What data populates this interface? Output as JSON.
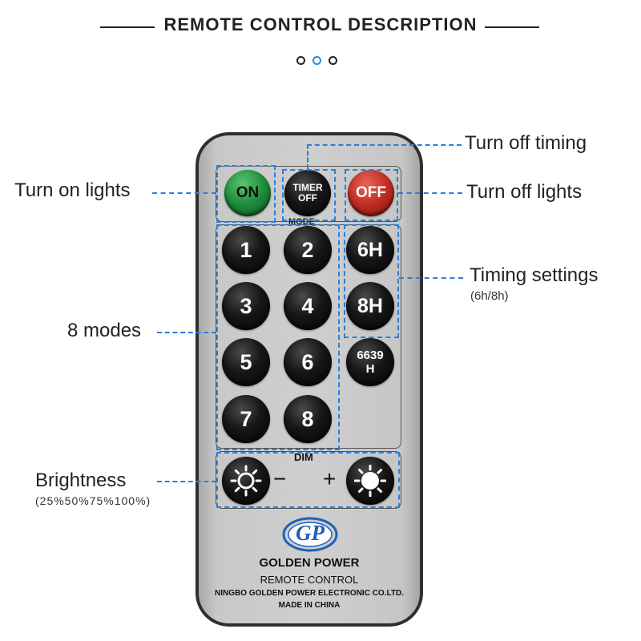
{
  "header": {
    "title": "REMOTE CONTROL DESCRIPTION",
    "pager_active_index": 1
  },
  "remote": {
    "buttons": {
      "on": "ON",
      "timer_line1": "TIMER",
      "timer_line2": "OFF",
      "off": "OFF",
      "modes": [
        "1",
        "2",
        "3",
        "4",
        "5",
        "6",
        "7",
        "8"
      ],
      "timer_6h": "6H",
      "timer_8h": "8H",
      "timer_6639_line1": "6639",
      "timer_6639_line2": "H"
    },
    "mode_label": "MODE",
    "dim_label": "DIM",
    "dim_minus": "−",
    "dim_plus": "+",
    "logo_text": "GP",
    "brand_name": "GOLDEN POWER",
    "product": "REMOTE CONTROL",
    "company": "NINGBO GOLDEN POWER ELECTRONIC CO.LTD.",
    "origin": "MADE IN CHINA"
  },
  "callouts": {
    "turn_on": "Turn on lights",
    "turn_off_timing": "Turn off timing",
    "turn_off": "Turn off lights",
    "timing_settings": "Timing settings",
    "timing_settings_sub": "(6h/8h)",
    "modes": "8 modes",
    "brightness": "Brightness",
    "brightness_sub": "(25%50%75%100%)"
  },
  "colors": {
    "accent_blue": "#2a7fd6",
    "on_green": "#1c8b3a",
    "off_red": "#c22b22"
  }
}
